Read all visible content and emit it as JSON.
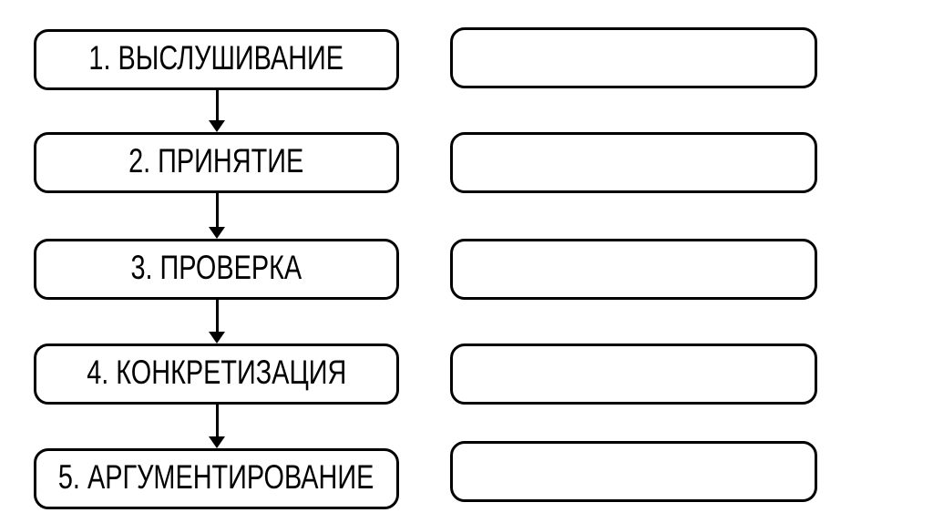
{
  "flowchart": {
    "background_color": "#ffffff",
    "box_border_color": "#000000",
    "text_color": "#000000",
    "arrow_color": "#000000",
    "steps": [
      {
        "label": "1. ВЫСЛУШИВАНИЕ"
      },
      {
        "label": "2. ПРИНЯТИЕ"
      },
      {
        "label": "3. ПРОВЕРКА"
      },
      {
        "label": "4. КОНКРЕТИЗАЦИЯ"
      },
      {
        "label": "5. АРГУМЕНТИРОВАНИЕ"
      }
    ],
    "answer_boxes": [
      {
        "label": ""
      },
      {
        "label": ""
      },
      {
        "label": ""
      },
      {
        "label": ""
      },
      {
        "label": ""
      }
    ]
  }
}
